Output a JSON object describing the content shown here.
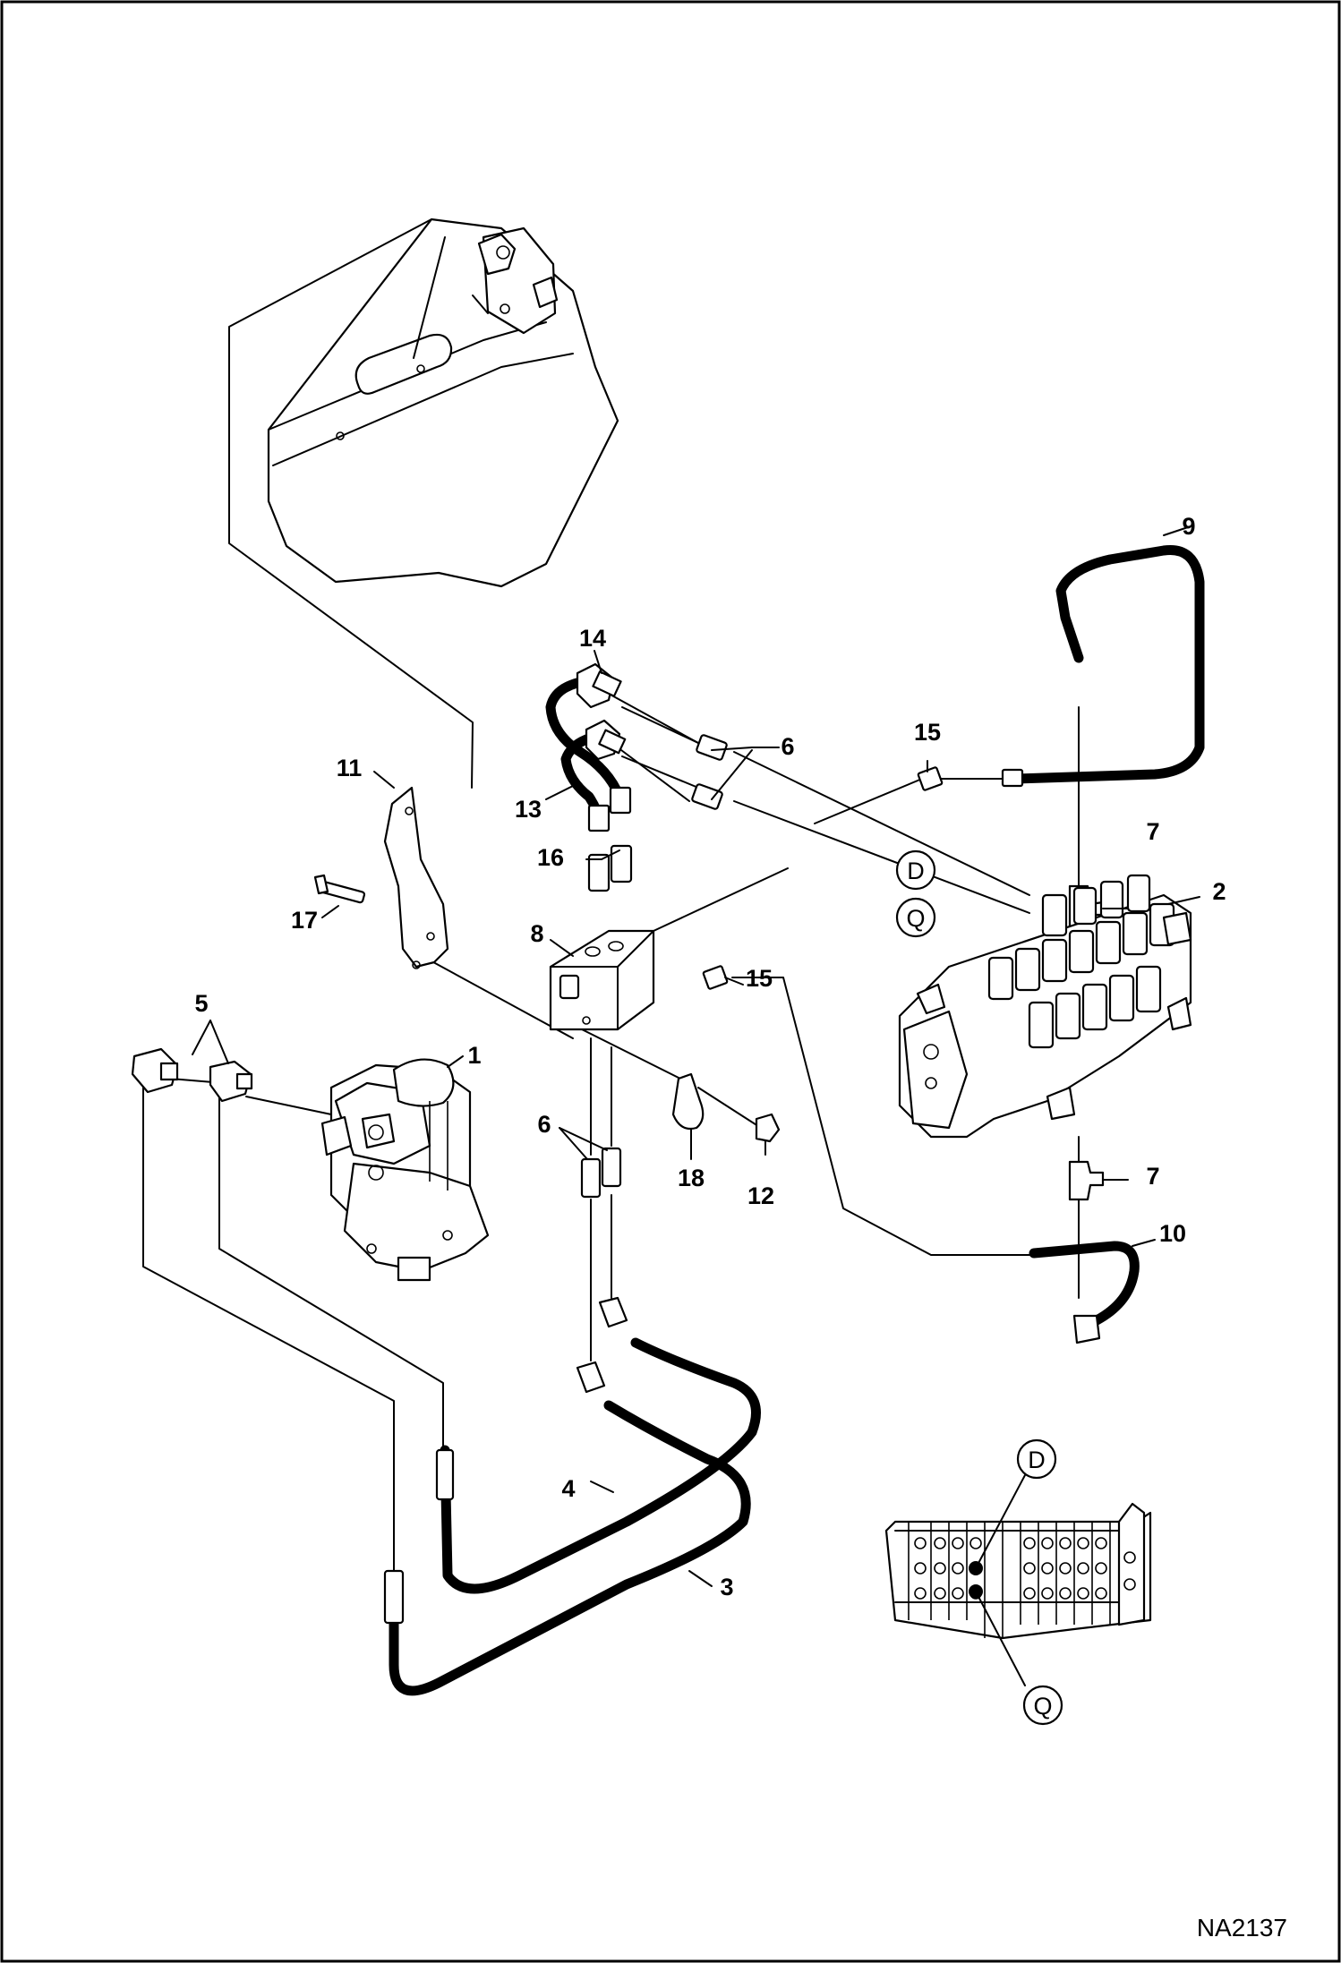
{
  "drawing_code": "NA2137",
  "callouts": [
    {
      "id": "c1",
      "text": "1"
    },
    {
      "id": "c2",
      "text": "2"
    },
    {
      "id": "c3",
      "text": "3"
    },
    {
      "id": "c4",
      "text": "4"
    },
    {
      "id": "c5",
      "text": "5"
    },
    {
      "id": "c6a",
      "text": "6"
    },
    {
      "id": "c6b",
      "text": "6"
    },
    {
      "id": "c7a",
      "text": "7"
    },
    {
      "id": "c7b",
      "text": "7"
    },
    {
      "id": "c8",
      "text": "8"
    },
    {
      "id": "c9",
      "text": "9"
    },
    {
      "id": "c10",
      "text": "10"
    },
    {
      "id": "c11",
      "text": "11"
    },
    {
      "id": "c12",
      "text": "12"
    },
    {
      "id": "c13",
      "text": "13"
    },
    {
      "id": "c14",
      "text": "14"
    },
    {
      "id": "c15a",
      "text": "15"
    },
    {
      "id": "c15b",
      "text": "15"
    },
    {
      "id": "c16",
      "text": "16"
    },
    {
      "id": "c17",
      "text": "17"
    },
    {
      "id": "c18",
      "text": "18"
    }
  ],
  "ports": [
    {
      "id": "pD",
      "text": "D"
    },
    {
      "id": "pQ",
      "text": "Q"
    },
    {
      "id": "pD2",
      "text": "D"
    },
    {
      "id": "pQ2",
      "text": "Q"
    }
  ]
}
